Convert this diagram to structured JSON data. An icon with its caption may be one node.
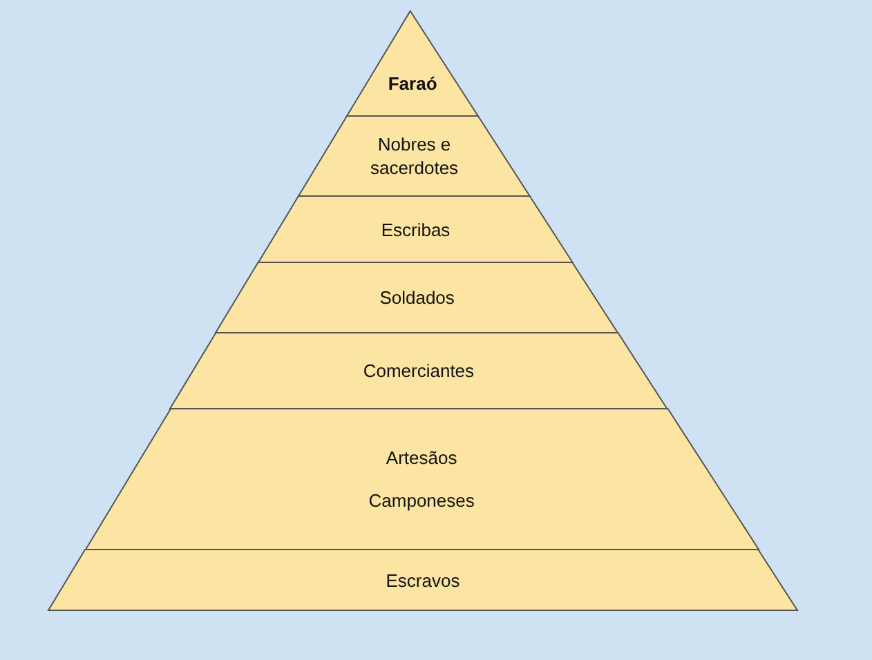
{
  "diagram": {
    "nodes": [
      {
        "text": [
          "Faraó"
        ]
      },
      {
        "text": [
          "Nobres e sacerdotes"
        ]
      },
      {
        "text": [
          "Escribas"
        ]
      },
      {
        "text": [
          "Soldados"
        ]
      },
      {
        "text": [
          "Comerciantes"
        ]
      },
      {
        "text": [
          "Artesãos",
          "Camponeses"
        ]
      },
      {
        "text": [
          "Escravos"
        ]
      }
    ],
    "edges": []
  }
}
